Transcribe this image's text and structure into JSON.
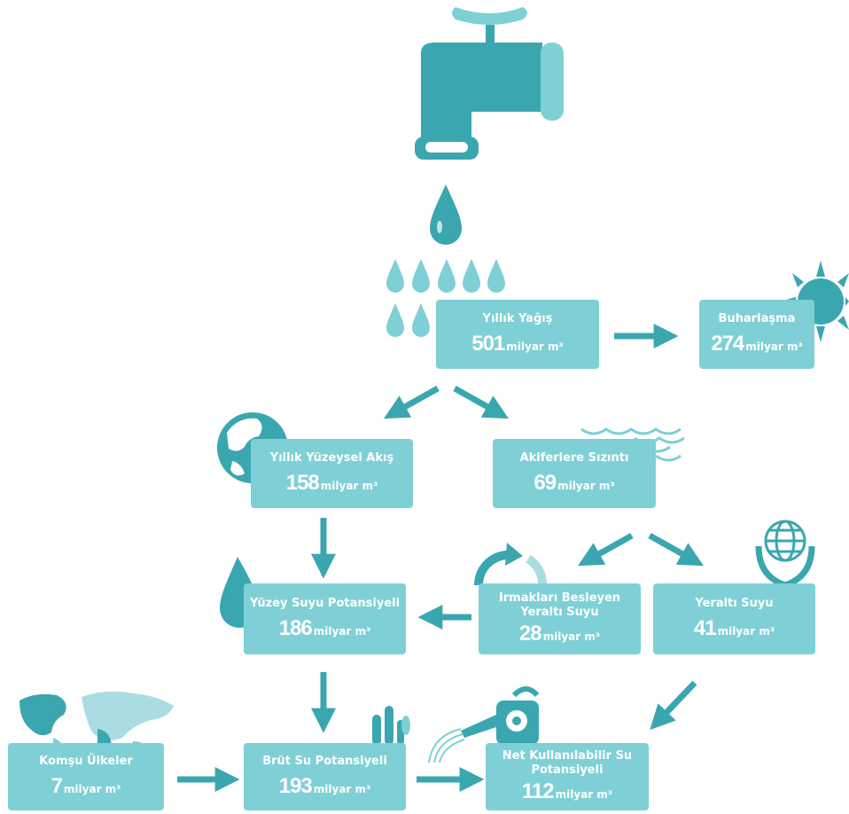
{
  "colors": {
    "box": "#7fd0d6",
    "accent": "#3aa7b0",
    "dark": "#2f8f99",
    "light": "#a9dde2"
  },
  "nodes": {
    "yagis": {
      "title": "Yıllık Yağış",
      "value": "501",
      "unit": "milyar m³"
    },
    "buhar": {
      "title": "Buharlaşma",
      "value": "274",
      "unit": "milyar m³"
    },
    "akis": {
      "title": "Yıllık Yüzeysel Akış",
      "value": "158",
      "unit": "milyar m³"
    },
    "sizinti": {
      "title": "Akiferlere Sızıntı",
      "value": "69",
      "unit": "milyar m³"
    },
    "yuzey": {
      "title": "Yüzey Suyu Potansiyeli",
      "value": "186",
      "unit": "milyar m³"
    },
    "irmak": {
      "title": "Irmakları Besleyen Yeraltı Suyu",
      "value": "28",
      "unit": "milyar m³"
    },
    "yeralti": {
      "title": "Yeraltı Suyu",
      "value": "41",
      "unit": "milyar m³"
    },
    "komsu": {
      "title": "Komşu Ülkeler",
      "value": "7",
      "unit": "milyar m³"
    },
    "brut": {
      "title": "Brüt Su Potansiyeli",
      "value": "193",
      "unit": "milyar m³"
    },
    "net": {
      "title": "Net Kullanılabilir Su Potansiyeli",
      "value": "112",
      "unit": "milyar m³"
    }
  },
  "icons": [
    "faucet-icon",
    "water-drop-icon",
    "rain-drops-icon",
    "sun-icon",
    "globe-icon",
    "waves-icon",
    "drop-icon",
    "recycle-arrow-icon",
    "globe-hands-icon",
    "world-map-icon",
    "plant-icon",
    "watering-can-icon",
    "sprinkle-icon"
  ]
}
